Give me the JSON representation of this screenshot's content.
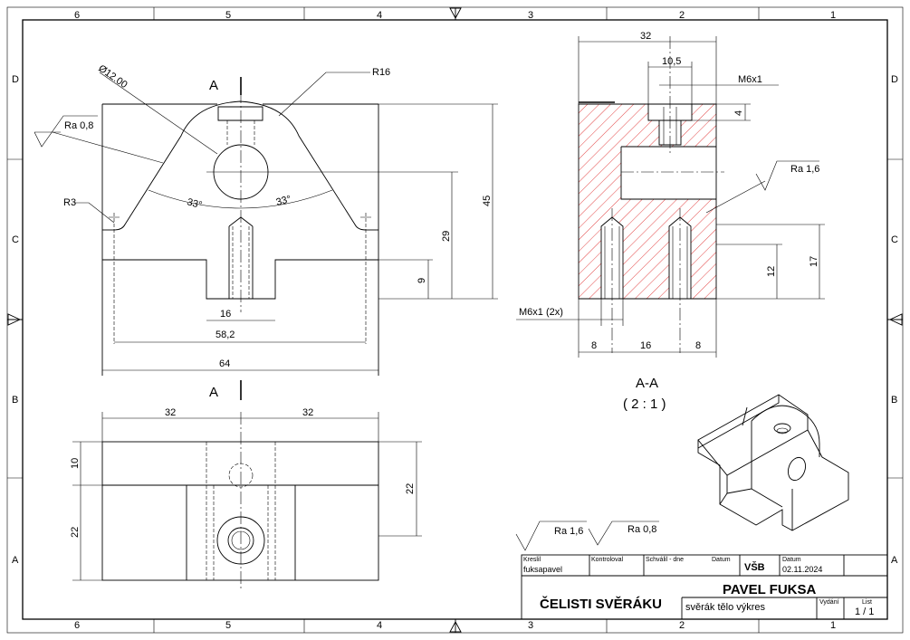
{
  "frame": {
    "zones_top": [
      "6",
      "5",
      "4",
      "3",
      "2",
      "1"
    ],
    "zones_bottom": [
      "6",
      "5",
      "4",
      "3",
      "2",
      "1"
    ],
    "rows_left": [
      "D",
      "C",
      "B",
      "A"
    ],
    "rows_right": [
      "D",
      "C",
      "B",
      "A"
    ]
  },
  "front_view": {
    "section_mark": "A",
    "labels": {
      "diameter": "Ø12.00",
      "r16": "R16",
      "r3": "R3",
      "ra": "Ra 0,8",
      "angle_left": "33°",
      "angle_right": "33°"
    },
    "dims": {
      "d16": "16",
      "d58": "58,2",
      "d64": "64",
      "d45": "45",
      "d29": "29",
      "d9": "9"
    }
  },
  "top_view": {
    "dims": {
      "d32_left": "32",
      "d32_right": "32",
      "d10": "10",
      "d22_left": "22",
      "d22_right": "22"
    }
  },
  "section_view": {
    "dims": {
      "d32": "32",
      "d10_5": "10,5",
      "d4": "4",
      "d12": "12",
      "d17": "17",
      "d8_left": "8",
      "d16": "16",
      "d8_right": "8"
    },
    "labels": {
      "m6x1": "M6x1",
      "m6x1_2x": "M6x1 (2x)",
      "ra": "Ra 1,6"
    },
    "caption": "A-A",
    "scale": "( 2 : 1 )"
  },
  "surface_finish": {
    "general": "Ra 1,6",
    "extra": "Ra 0,8"
  },
  "title_block": {
    "drawn_label": "Kreslil",
    "drawn_value": "fuksapavel",
    "checked_label": "Kontroloval",
    "approved_label": "Schválil - dne",
    "date_label_1": "Datum",
    "school": "VŠB",
    "date_label_2": "Datum",
    "date_value": "02.11.2024",
    "author": "PAVEL FUKSA",
    "part_name": "ČELISTI SVĚRÁKU",
    "drawing_name": "svěrák tělo výkres",
    "issue_label": "Vydání",
    "sheet_label": "List",
    "sheet_value": "1 / 1"
  },
  "colors": {
    "hatch": "#e03030",
    "line": "#000000"
  }
}
